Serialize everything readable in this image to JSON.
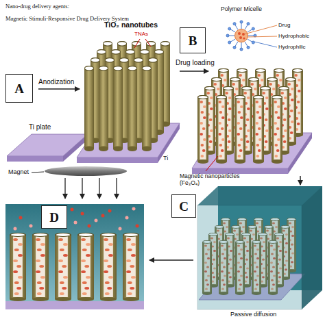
{
  "diagram": {
    "nodes": [
      {
        "text": [
          "A"
        ]
      },
      {
        "text": [
          "B"
        ]
      },
      {
        "text": [
          "C"
        ]
      },
      {
        "text": [
          "D"
        ]
      }
    ],
    "labels": [
      "Nano-drug delivery agents:",
      "Magnetic Stimuli-Responsive Drug Delivery System",
      "Ti plate",
      "Anodization",
      "TiO₂ nanotubes",
      "TNAs",
      "Drug loading",
      "Polymer Micelle",
      "Drug",
      "Hydrophobic",
      "Hydrophilic",
      "Magnetic nanoparticles (Fe₃O₄)",
      "Ti",
      "Passive diffusion",
      "Magnet"
    ]
  }
}
